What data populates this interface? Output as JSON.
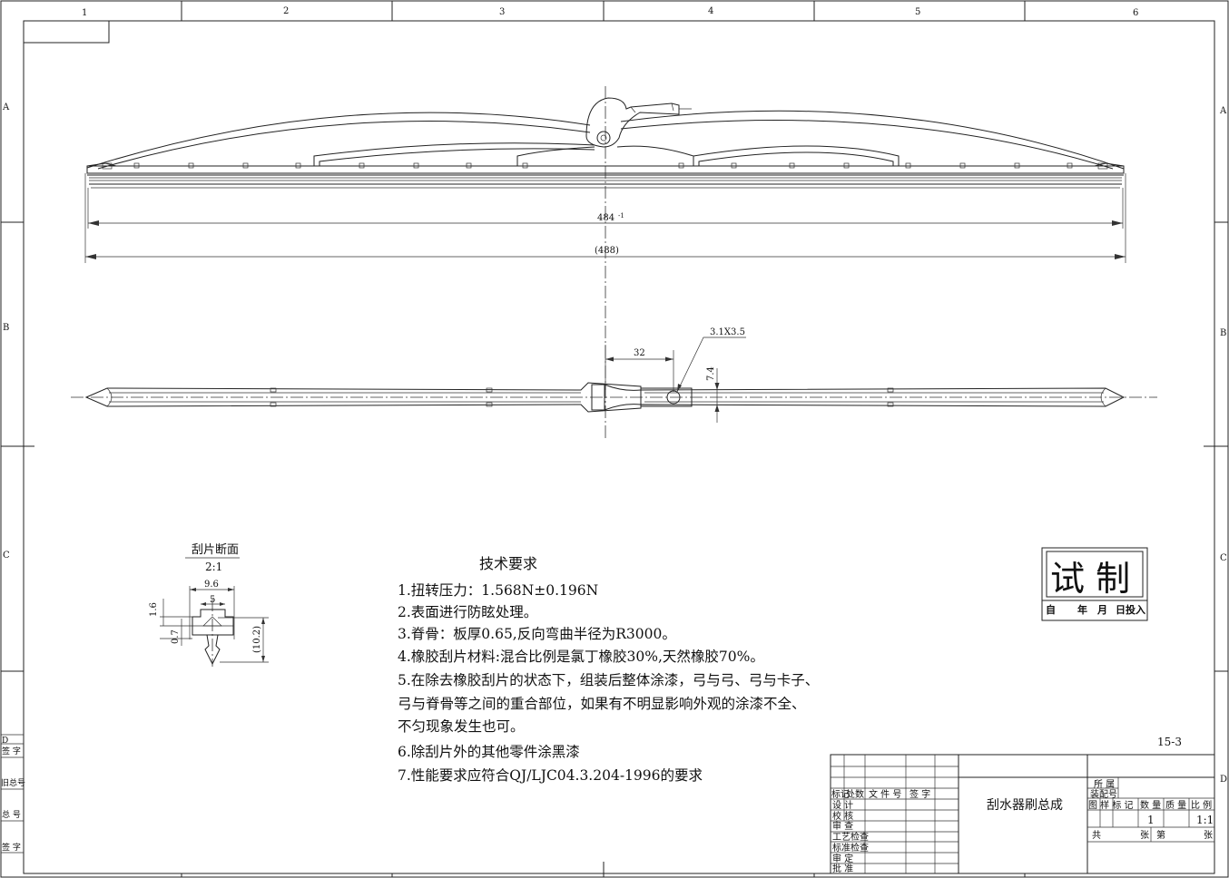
{
  "frame": {
    "columns": [
      "1",
      "2",
      "3",
      "4",
      "5",
      "6"
    ],
    "rows": [
      "A",
      "B",
      "C",
      "D"
    ]
  },
  "dimensions": {
    "length": "484",
    "tolerance": "-1",
    "overall": "(488)",
    "offset": "32",
    "hole": "3.1X3.5",
    "width": "7.4"
  },
  "section": {
    "title": "刮片断面",
    "scale": "2:1",
    "d_width": "9.6",
    "d_inner": "5",
    "d_top": "1.6",
    "d_mid": "0.7",
    "d_height": "(10.2)"
  },
  "requirements": {
    "title": "技术要求",
    "lines": [
      "1.扭转压力：1.568N±0.196N",
      "2.表面进行防眩处理。",
      "3.脊骨：板厚0.65,反向弯曲半径为R3000。",
      "4.橡胶刮片材料:混合比例是氯丁橡胶30%,天然橡胶70%。",
      "5.在除去橡胶刮片的状态下，组装后整体涂漆，弓与弓、弓与卡子、",
      "弓与脊骨等之间的重合部位，如果有不明显影响外观的涂漆不全、",
      "不匀现象发生也可。",
      "6.除刮片外的其他零件涂黑漆",
      "7.性能要求应符合QJ/LJC04.3.204-1996的要求"
    ]
  },
  "stamp": {
    "title": "试 制",
    "row": [
      "自",
      "年",
      "月",
      "日投入"
    ]
  },
  "sheet_code": "15-3",
  "title_block": {
    "drawing_name": "刮水器刷总成",
    "belongs": "所 属",
    "assembly_no": "装配号",
    "header_cols": [
      "图 样 标 记",
      "数 量",
      "质 量",
      "比 例"
    ],
    "quantity": "1",
    "scale": "1:1",
    "sheets_total": "共",
    "sheets_unit": "张",
    "sheet_no": "第",
    "sheet_unit2": "张",
    "change_header": [
      "标记",
      "处数",
      "文 件 号",
      "签 字"
    ],
    "roles": [
      "设 计",
      "校 核",
      "审 查",
      "工艺检查",
      "标准检查",
      "审 定",
      "批 准"
    ]
  },
  "side_block": {
    "labels": [
      "D",
      "签 字",
      "旧总号",
      "总 号",
      "签 字"
    ]
  }
}
